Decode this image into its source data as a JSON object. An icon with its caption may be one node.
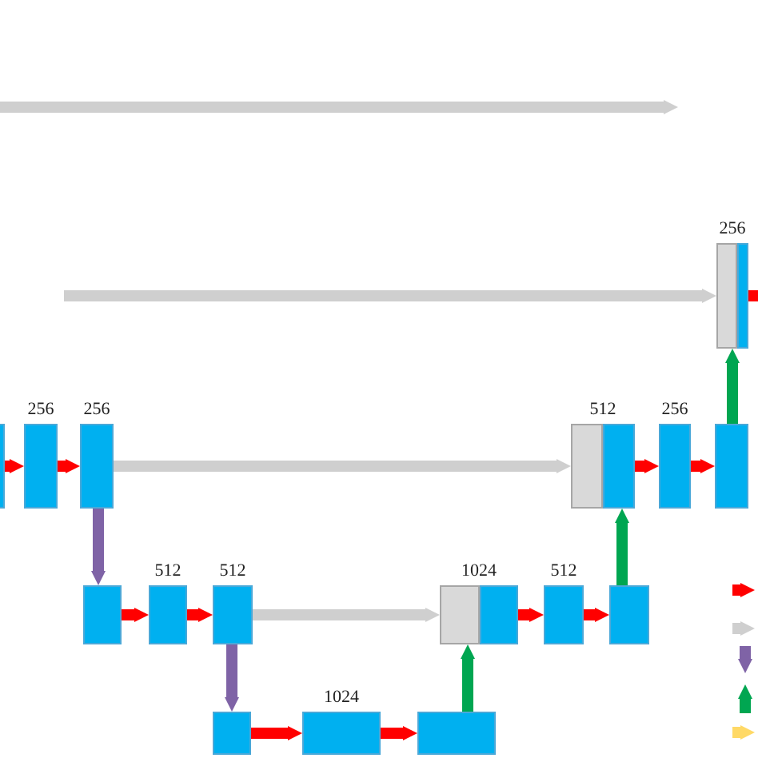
{
  "diagram": {
    "nodes": [
      {
        "text": [
          "256"
        ]
      },
      {
        "text": [],
        "shape": "box",
        "in": 0
      },
      {
        "text": [],
        "shape": "box",
        "in": 0
      },
      {
        "text": [],
        "shape": "box"
      },
      {
        "text": [
          "256"
        ]
      },
      {
        "text": [
          "256"
        ]
      },
      {
        "text": [
          "512"
        ]
      },
      {
        "text": [],
        "shape": "box",
        "in": 6
      },
      {
        "text": [],
        "shape": "box",
        "in": 6
      },
      {
        "text": [
          "256"
        ]
      },
      {
        "text": [],
        "shape": "box"
      },
      {
        "text": [],
        "shape": "box"
      },
      {
        "text": [
          "512"
        ]
      },
      {
        "text": [
          "512"
        ]
      },
      {
        "text": [
          "1024"
        ]
      },
      {
        "text": [],
        "shape": "box",
        "in": 14
      },
      {
        "text": [],
        "shape": "box",
        "in": 14
      },
      {
        "text": [
          "512"
        ]
      },
      {
        "text": [],
        "shape": "box"
      },
      {
        "text": [],
        "shape": "box"
      },
      {
        "text": [
          "1024"
        ]
      },
      {
        "text": [],
        "shape": "box"
      }
    ],
    "edges": [
      {
        "from": null,
        "to": 1,
        "arrow": "to",
        "color": "#cfcfcf"
      },
      {
        "from": 2,
        "to": null,
        "arrow": "none"
      },
      {
        "from": 3,
        "to": 4,
        "arrow": "to"
      },
      {
        "from": 4,
        "to": 5,
        "arrow": "to"
      },
      {
        "from": 5,
        "to": 7,
        "arrow": "to",
        "color": "#cfcfcf"
      },
      {
        "from": 8,
        "to": 9,
        "arrow": "to"
      },
      {
        "from": 9,
        "to": 10,
        "arrow": "to"
      },
      {
        "from": 10,
        "to": 0,
        "arrow": "to",
        "color": "#00a651"
      },
      {
        "from": 5,
        "to": 11,
        "arrow": "to",
        "color": "#7f63a6"
      },
      {
        "from": 11,
        "to": 12,
        "arrow": "to"
      },
      {
        "from": 12,
        "to": 13,
        "arrow": "to"
      },
      {
        "from": 13,
        "to": 15,
        "arrow": "to",
        "color": "#cfcfcf"
      },
      {
        "from": 16,
        "to": 17,
        "arrow": "to"
      },
      {
        "from": 17,
        "to": 18,
        "arrow": "to"
      },
      {
        "from": 18,
        "to": 6,
        "arrow": "to",
        "color": "#00a651"
      },
      {
        "from": 13,
        "to": 19,
        "arrow": "to",
        "color": "#7f63a6"
      },
      {
        "from": 19,
        "to": 20,
        "arrow": "to"
      },
      {
        "from": 20,
        "to": 21,
        "arrow": "to"
      },
      {
        "from": 21,
        "to": 14,
        "arrow": "to",
        "color": "#00a651"
      }
    ]
  }
}
